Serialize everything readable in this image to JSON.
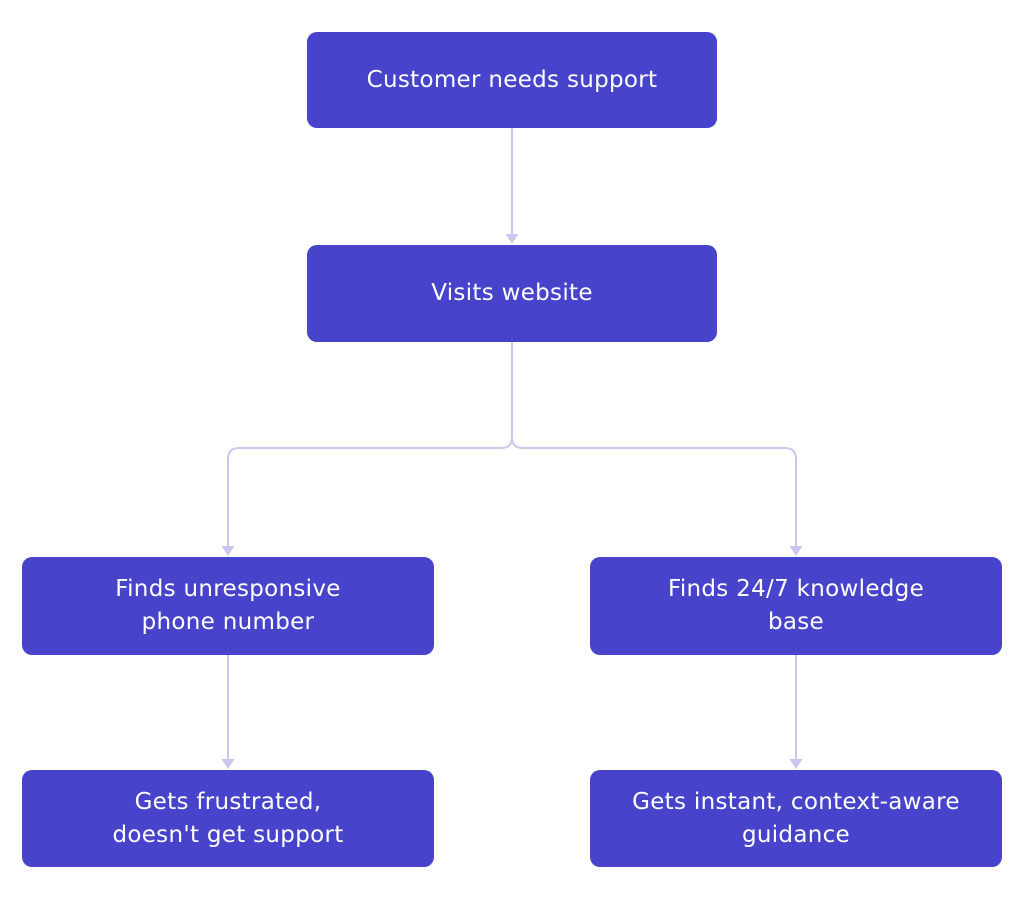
{
  "diagram": {
    "type": "flowchart",
    "orientation": "top-down",
    "colors": {
      "node-fill": "#4743CB",
      "node-text": "#FFFFFF",
      "edge": "#C9C9EF",
      "background": "#FFFFFF"
    },
    "nodes": [
      {
        "id": "customer-needs-support",
        "label": "Customer needs support"
      },
      {
        "id": "visits-website",
        "label": "Visits website"
      },
      {
        "id": "finds-unresponsive-phone",
        "label": "Finds unresponsive\nphone number"
      },
      {
        "id": "finds-knowledge-base",
        "label": "Finds 24/7 knowledge\nbase"
      },
      {
        "id": "gets-frustrated",
        "label": "Gets frustrated,\ndoesn't get support"
      },
      {
        "id": "gets-instant-guidance",
        "label": "Gets instant, context-aware\nguidance"
      }
    ],
    "edges": [
      {
        "from": "customer-needs-support",
        "to": "visits-website"
      },
      {
        "from": "visits-website",
        "to": "finds-unresponsive-phone"
      },
      {
        "from": "visits-website",
        "to": "finds-knowledge-base"
      },
      {
        "from": "finds-unresponsive-phone",
        "to": "gets-frustrated"
      },
      {
        "from": "finds-knowledge-base",
        "to": "gets-instant-guidance"
      }
    ]
  }
}
